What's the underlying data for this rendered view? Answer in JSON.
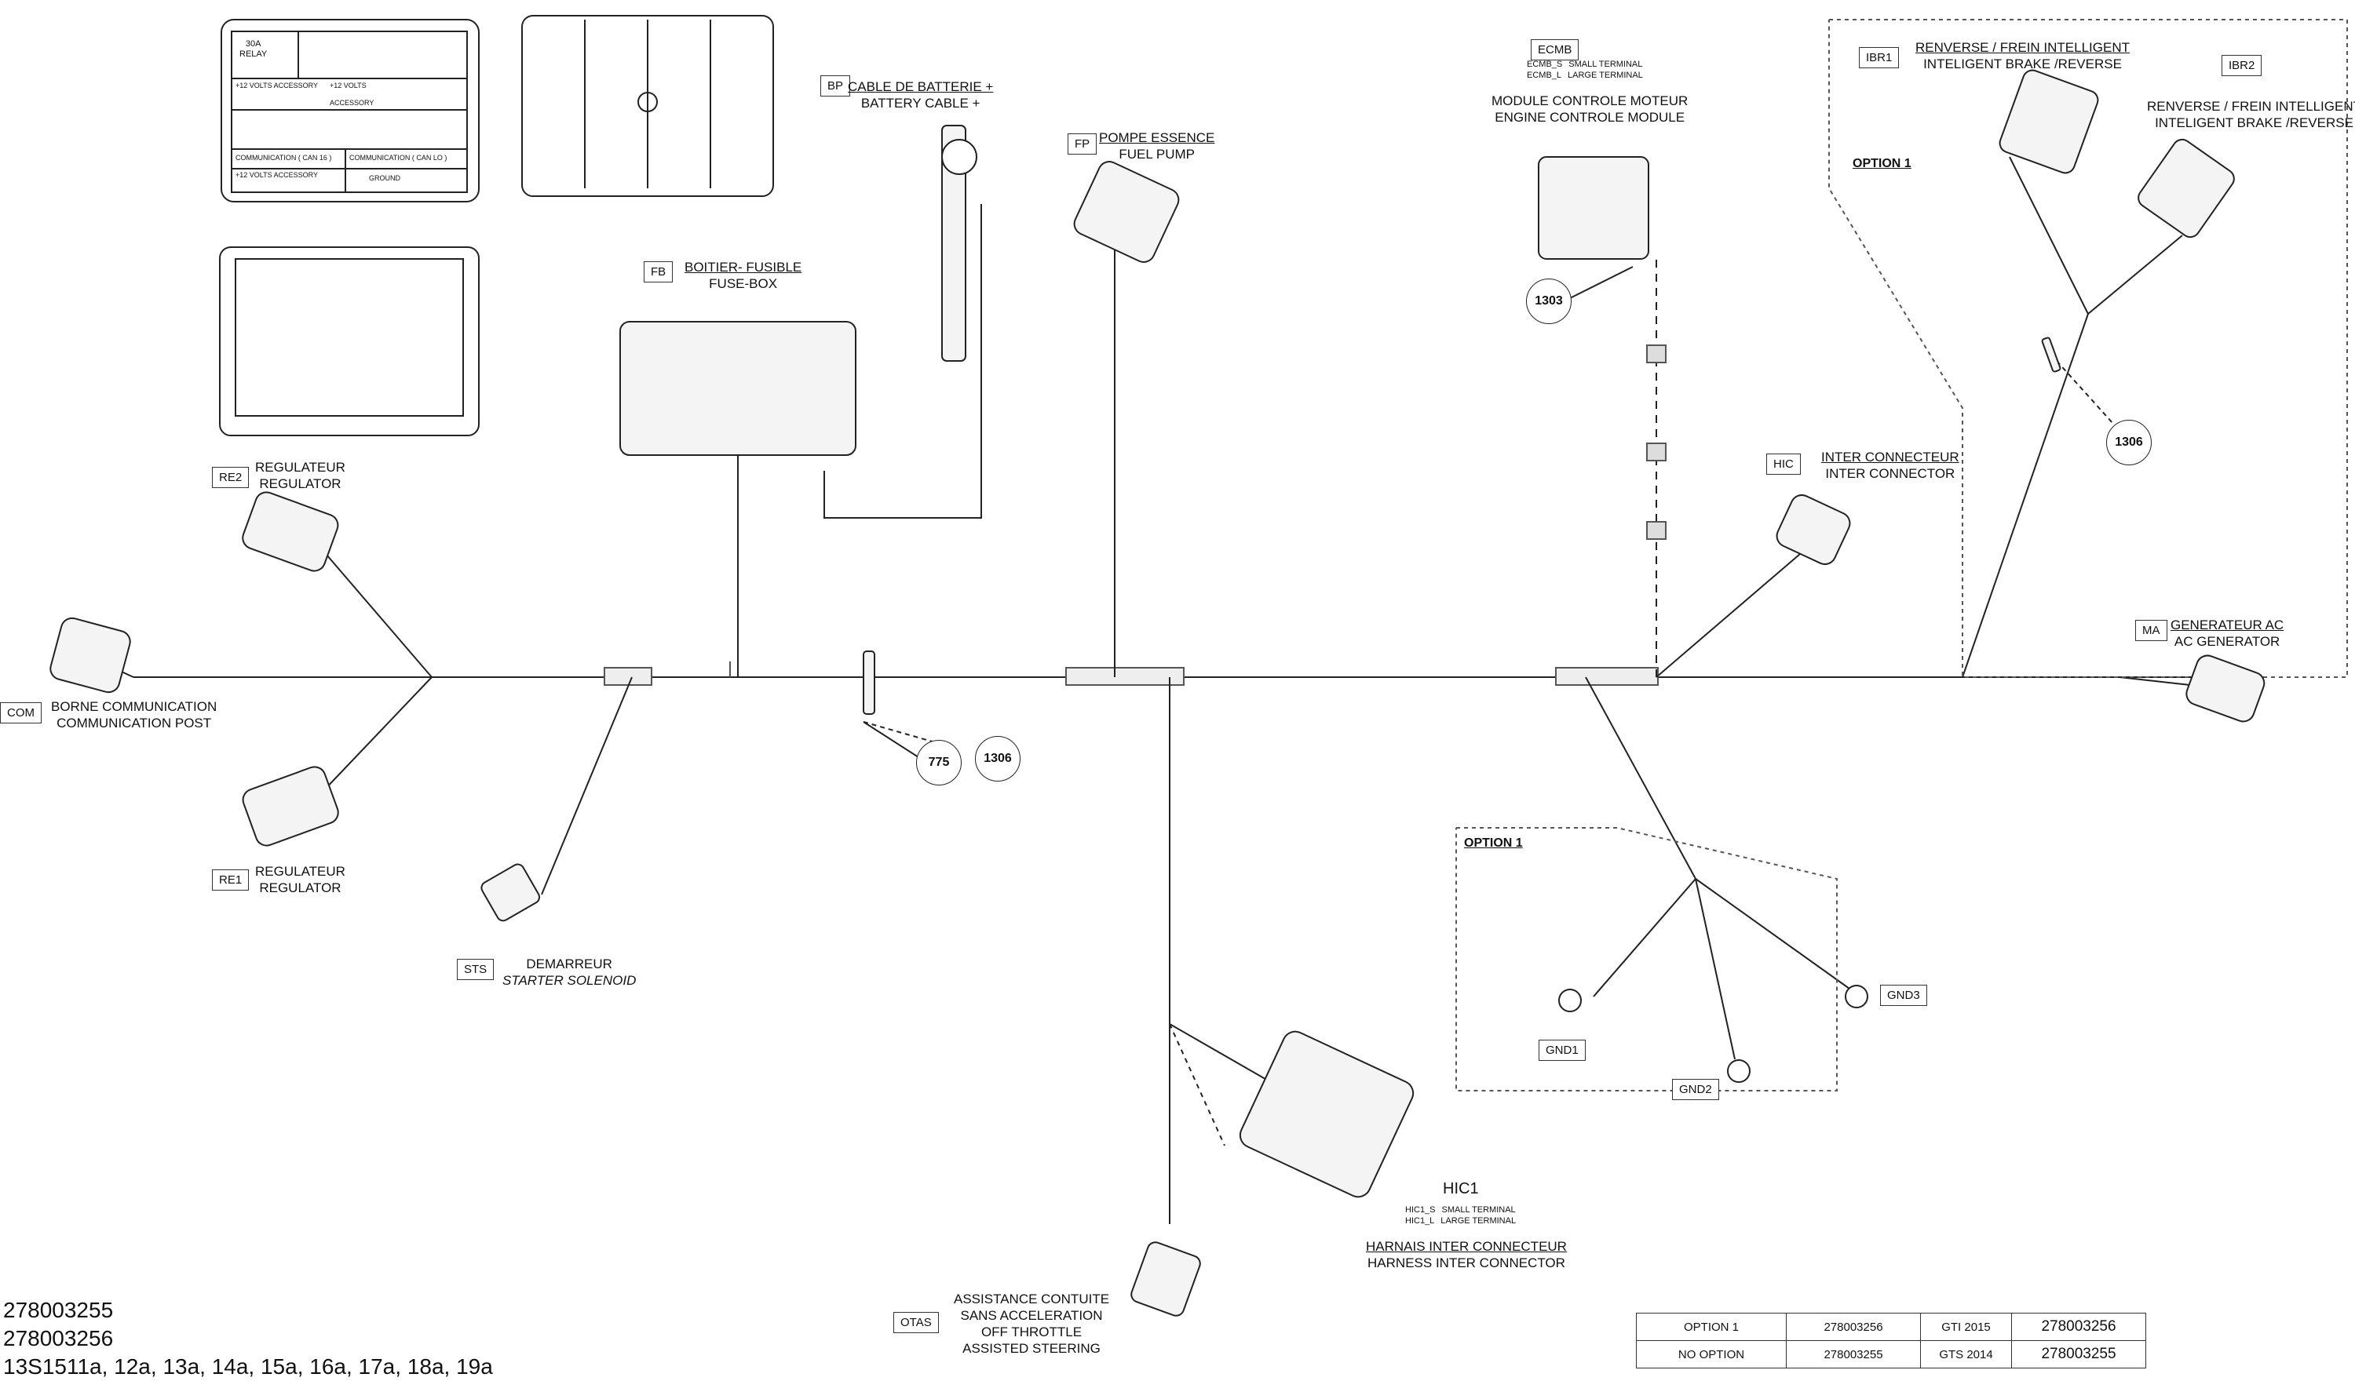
{
  "components": {
    "ecmb": {
      "code": "ECMB",
      "fr": "MODULE CONTROLE MOTEUR",
      "en": "ENGINE CONTROLE MODULE",
      "terminal_small_code": "ECMB_S",
      "terminal_small": "SMALL TERMINAL",
      "terminal_large_code": "ECMB_L",
      "terminal_large": "LARGE TERMINAL"
    },
    "ibr1": {
      "code": "IBR1",
      "fr": "RENVERSE / FREIN INTELLIGENT",
      "en": "INTELIGENT BRAKE /REVERSE"
    },
    "ibr2": {
      "code": "IBR2",
      "fr": "RENVERSE / FREIN INTELLIGENT",
      "en": "INTELIGENT BRAKE /REVERSE"
    },
    "bp": {
      "code": "BP",
      "fr": "CABLE DE BATTERIE +",
      "en": "BATTERY CABLE +"
    },
    "fp": {
      "code": "FP",
      "fr": "POMPE ESSENCE",
      "en": "FUEL PUMP"
    },
    "fb": {
      "code": "FB",
      "fr": "BOITIER- FUSIBLE",
      "en": "FUSE-BOX"
    },
    "re2": {
      "code": "RE2",
      "fr": "REGULATEUR",
      "en": "REGULATOR"
    },
    "re1": {
      "code": "RE1",
      "fr": "REGULATEUR",
      "en": "REGULATOR"
    },
    "com": {
      "code": "COM",
      "fr": "BORNE COMMUNICATION",
      "en": "COMMUNICATION POST"
    },
    "sts": {
      "code": "STS",
      "fr": "DEMARREUR",
      "en": "STARTER SOLENOID"
    },
    "hic": {
      "code": "HIC",
      "fr": "INTER CONNECTEUR",
      "en": "INTER CONNECTOR"
    },
    "ma": {
      "code": "MA",
      "fr": "GENERATEUR AC",
      "en": "AC GENERATOR"
    },
    "hic1": {
      "code": "HIC1",
      "fr": "HARNAIS INTER CONNECTEUR",
      "en": "HARNESS INTER CONNECTOR",
      "terminal_small_code": "HIC1_S",
      "terminal_small": "SMALL TERMINAL",
      "terminal_large_code": "HIC1_L",
      "terminal_large": "LARGE TERMINAL"
    },
    "otas": {
      "code": "OTAS",
      "fr1": "ASSISTANCE CONTUITE",
      "fr2": "SANS ACCELERATION",
      "en1": "OFF THROTTLE",
      "en2": "ASSISTED STEERING"
    },
    "gnd1": {
      "code": "GND1"
    },
    "gnd2": {
      "code": "GND2"
    },
    "gnd3": {
      "code": "GND3"
    }
  },
  "callouts": {
    "c1303": "1303",
    "c1306_top": "1306",
    "c1306_mid": "1306",
    "c775": "775"
  },
  "options": {
    "option_top": "OPTION 1",
    "option_ground": "OPTION 1"
  },
  "fuse_relay_labels": {
    "relay": "30A",
    "relay_sub": "RELAY",
    "acc": "+12 VOLTS ACCESSORY",
    "v12": "+12 VOLTS",
    "accessory": "ACCESSORY",
    "comm16": "COMMUNICATION ( CAN 16 )",
    "comm_lo": "COMMUNICATION ( CAN LO )",
    "acc2": "+12 VOLTS ACCESSORY",
    "ground": "GROUND"
  },
  "part_numbers": [
    "278003255",
    "278003256",
    "13S1511a, 12a, 13a, 14a, 15a, 16a, 17a, 18a, 19a"
  ],
  "ref_table": [
    [
      "OPTION 1",
      "278003256",
      "GTI 2015",
      "278003256"
    ],
    [
      "NO OPTION",
      "278003255",
      "GTS 2014",
      "278003255"
    ]
  ]
}
